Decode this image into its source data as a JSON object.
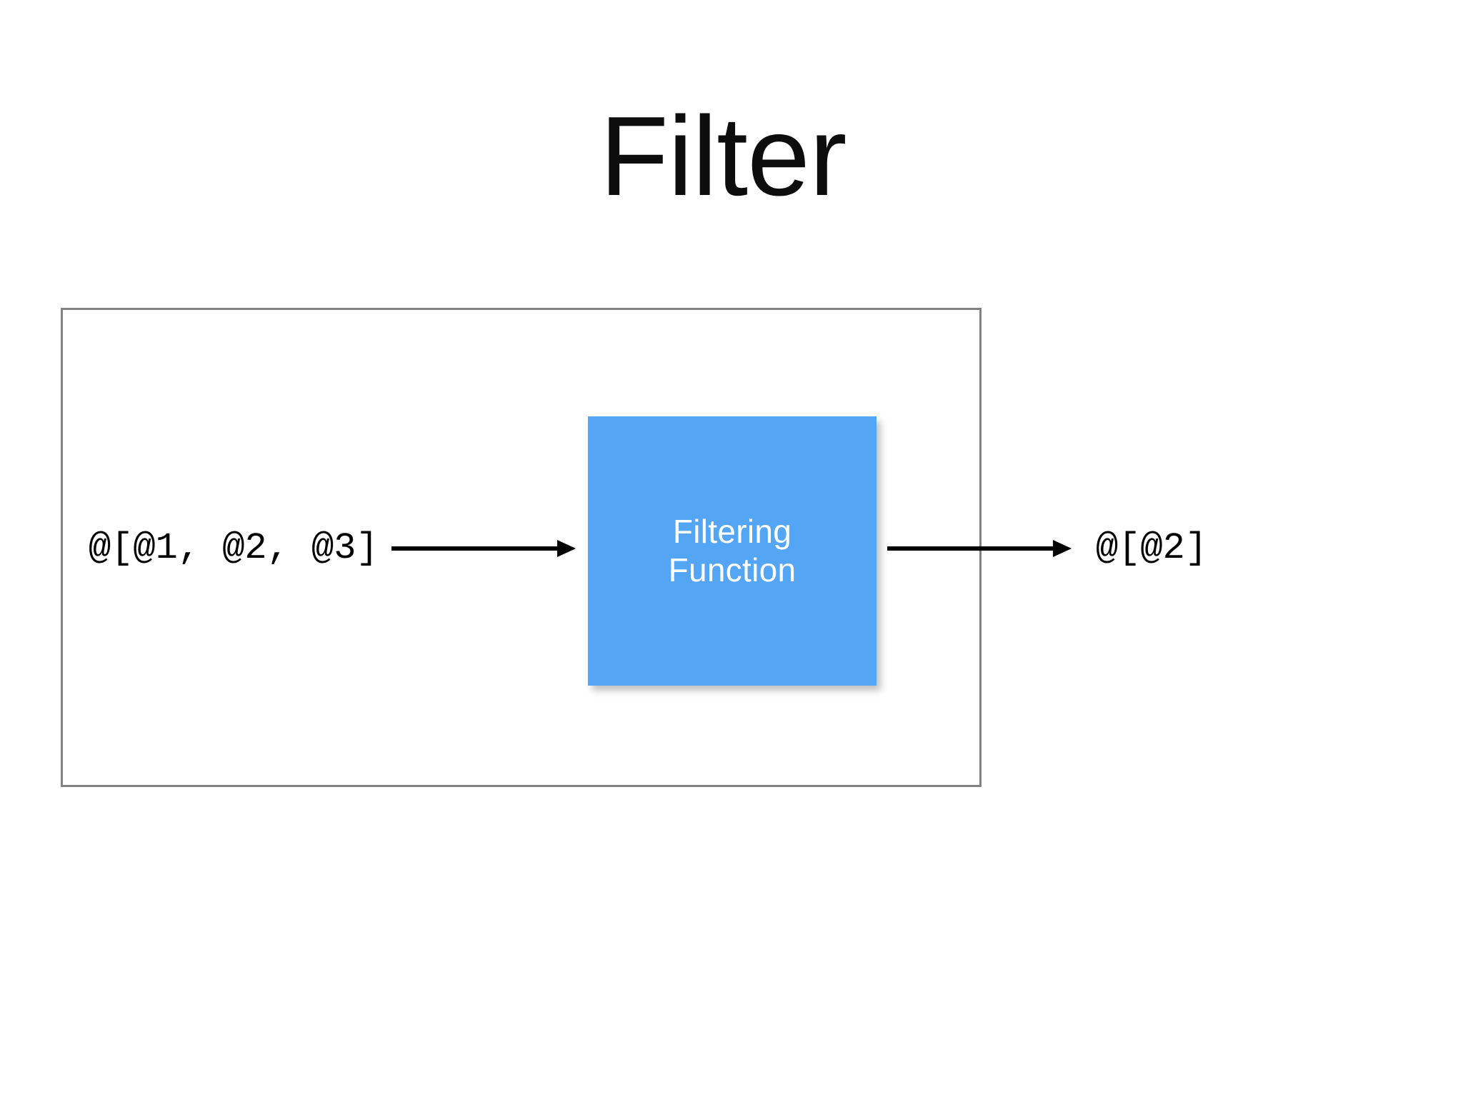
{
  "slide": {
    "title": "Filter",
    "background_color": "#ffffff",
    "title_color": "#0d0d0d"
  },
  "diagram": {
    "frame": {
      "border_color": "#828282",
      "name": "diagram-boundary"
    },
    "input": {
      "label": "@[@1, @2, @3]",
      "color": "#000000"
    },
    "output": {
      "label": "@[@2]",
      "color": "#000000"
    },
    "process_box": {
      "line1": "Filtering",
      "line2": "Function",
      "fill_color": "#55a5f5",
      "text_color": "#ffffff"
    },
    "arrows": [
      {
        "name": "input-arrow",
        "direction": "right",
        "color": "#000000"
      },
      {
        "name": "output-arrow",
        "direction": "right",
        "color": "#000000"
      }
    ]
  }
}
